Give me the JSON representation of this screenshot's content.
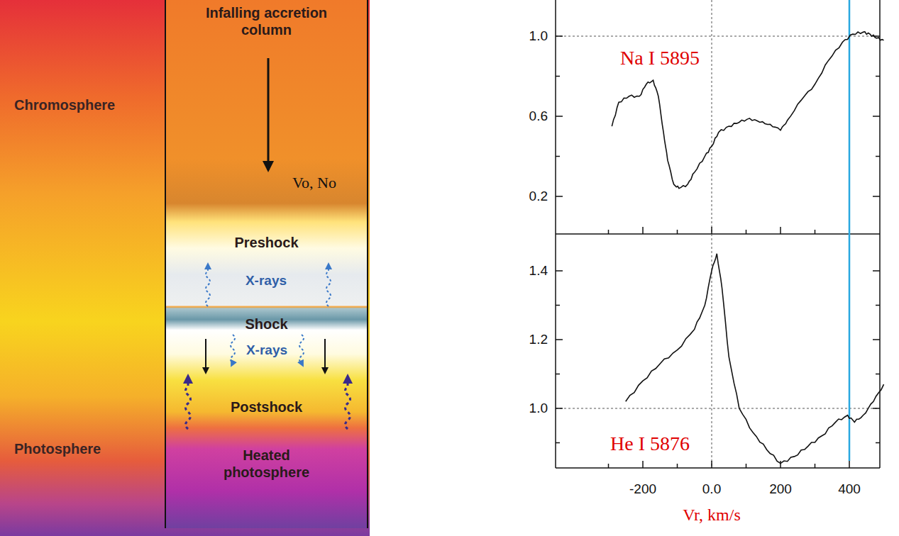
{
  "diagram": {
    "nodes": [
      {
        "text": [
          "Infalling accretion column"
        ]
      },
      {
        "text": [
          "Preshock"
        ],
        "in": 0
      },
      {
        "text": [
          "Shock"
        ],
        "in": 0
      },
      {
        "text": [
          "Postshock"
        ],
        "in": 0
      },
      {
        "text": [
          "Heated photosphere"
        ],
        "in": 0
      }
    ],
    "labels": [
      "Chromosphere",
      "Photosphere",
      "Vo, No",
      "X-rays",
      "X-rays",
      "Na I 5895",
      "1.0",
      "0.6",
      "0.2",
      "He I 5876",
      "1.4",
      "1.2",
      "1.0",
      "-200",
      "0.0",
      "200",
      "400",
      "Vr, km/s"
    ]
  }
}
